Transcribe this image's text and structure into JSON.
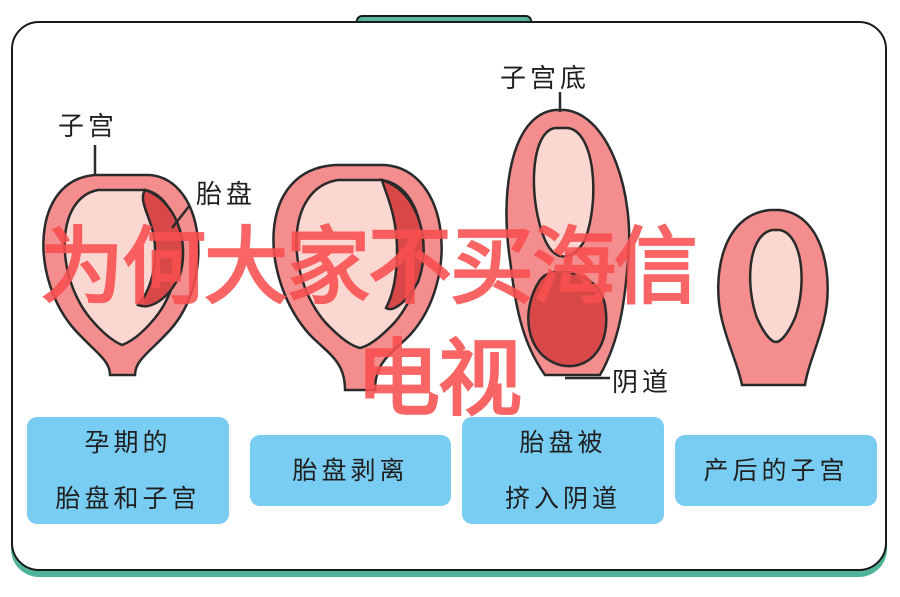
{
  "labels": {
    "uterus": "子宫",
    "placenta": "胎盘",
    "fundus": "子宫底",
    "vagina": "阴道"
  },
  "captions": [
    {
      "line1": "孕期的",
      "line2": "胎盘和子宫"
    },
    {
      "line1": "胎盘剥离"
    },
    {
      "line1": "胎盘被",
      "line2": "挤入阴道"
    },
    {
      "line1": "产后的子宫"
    }
  ],
  "watermark": {
    "line1": "为何大家不买海信",
    "line2": "电视"
  },
  "colors": {
    "uterus_fill": "#f48e8e",
    "inner_fill": "#fbd7d2",
    "placenta_fill": "#d94848",
    "pill_fill": "#79cdf2",
    "frame_accent": "#57b89d"
  }
}
